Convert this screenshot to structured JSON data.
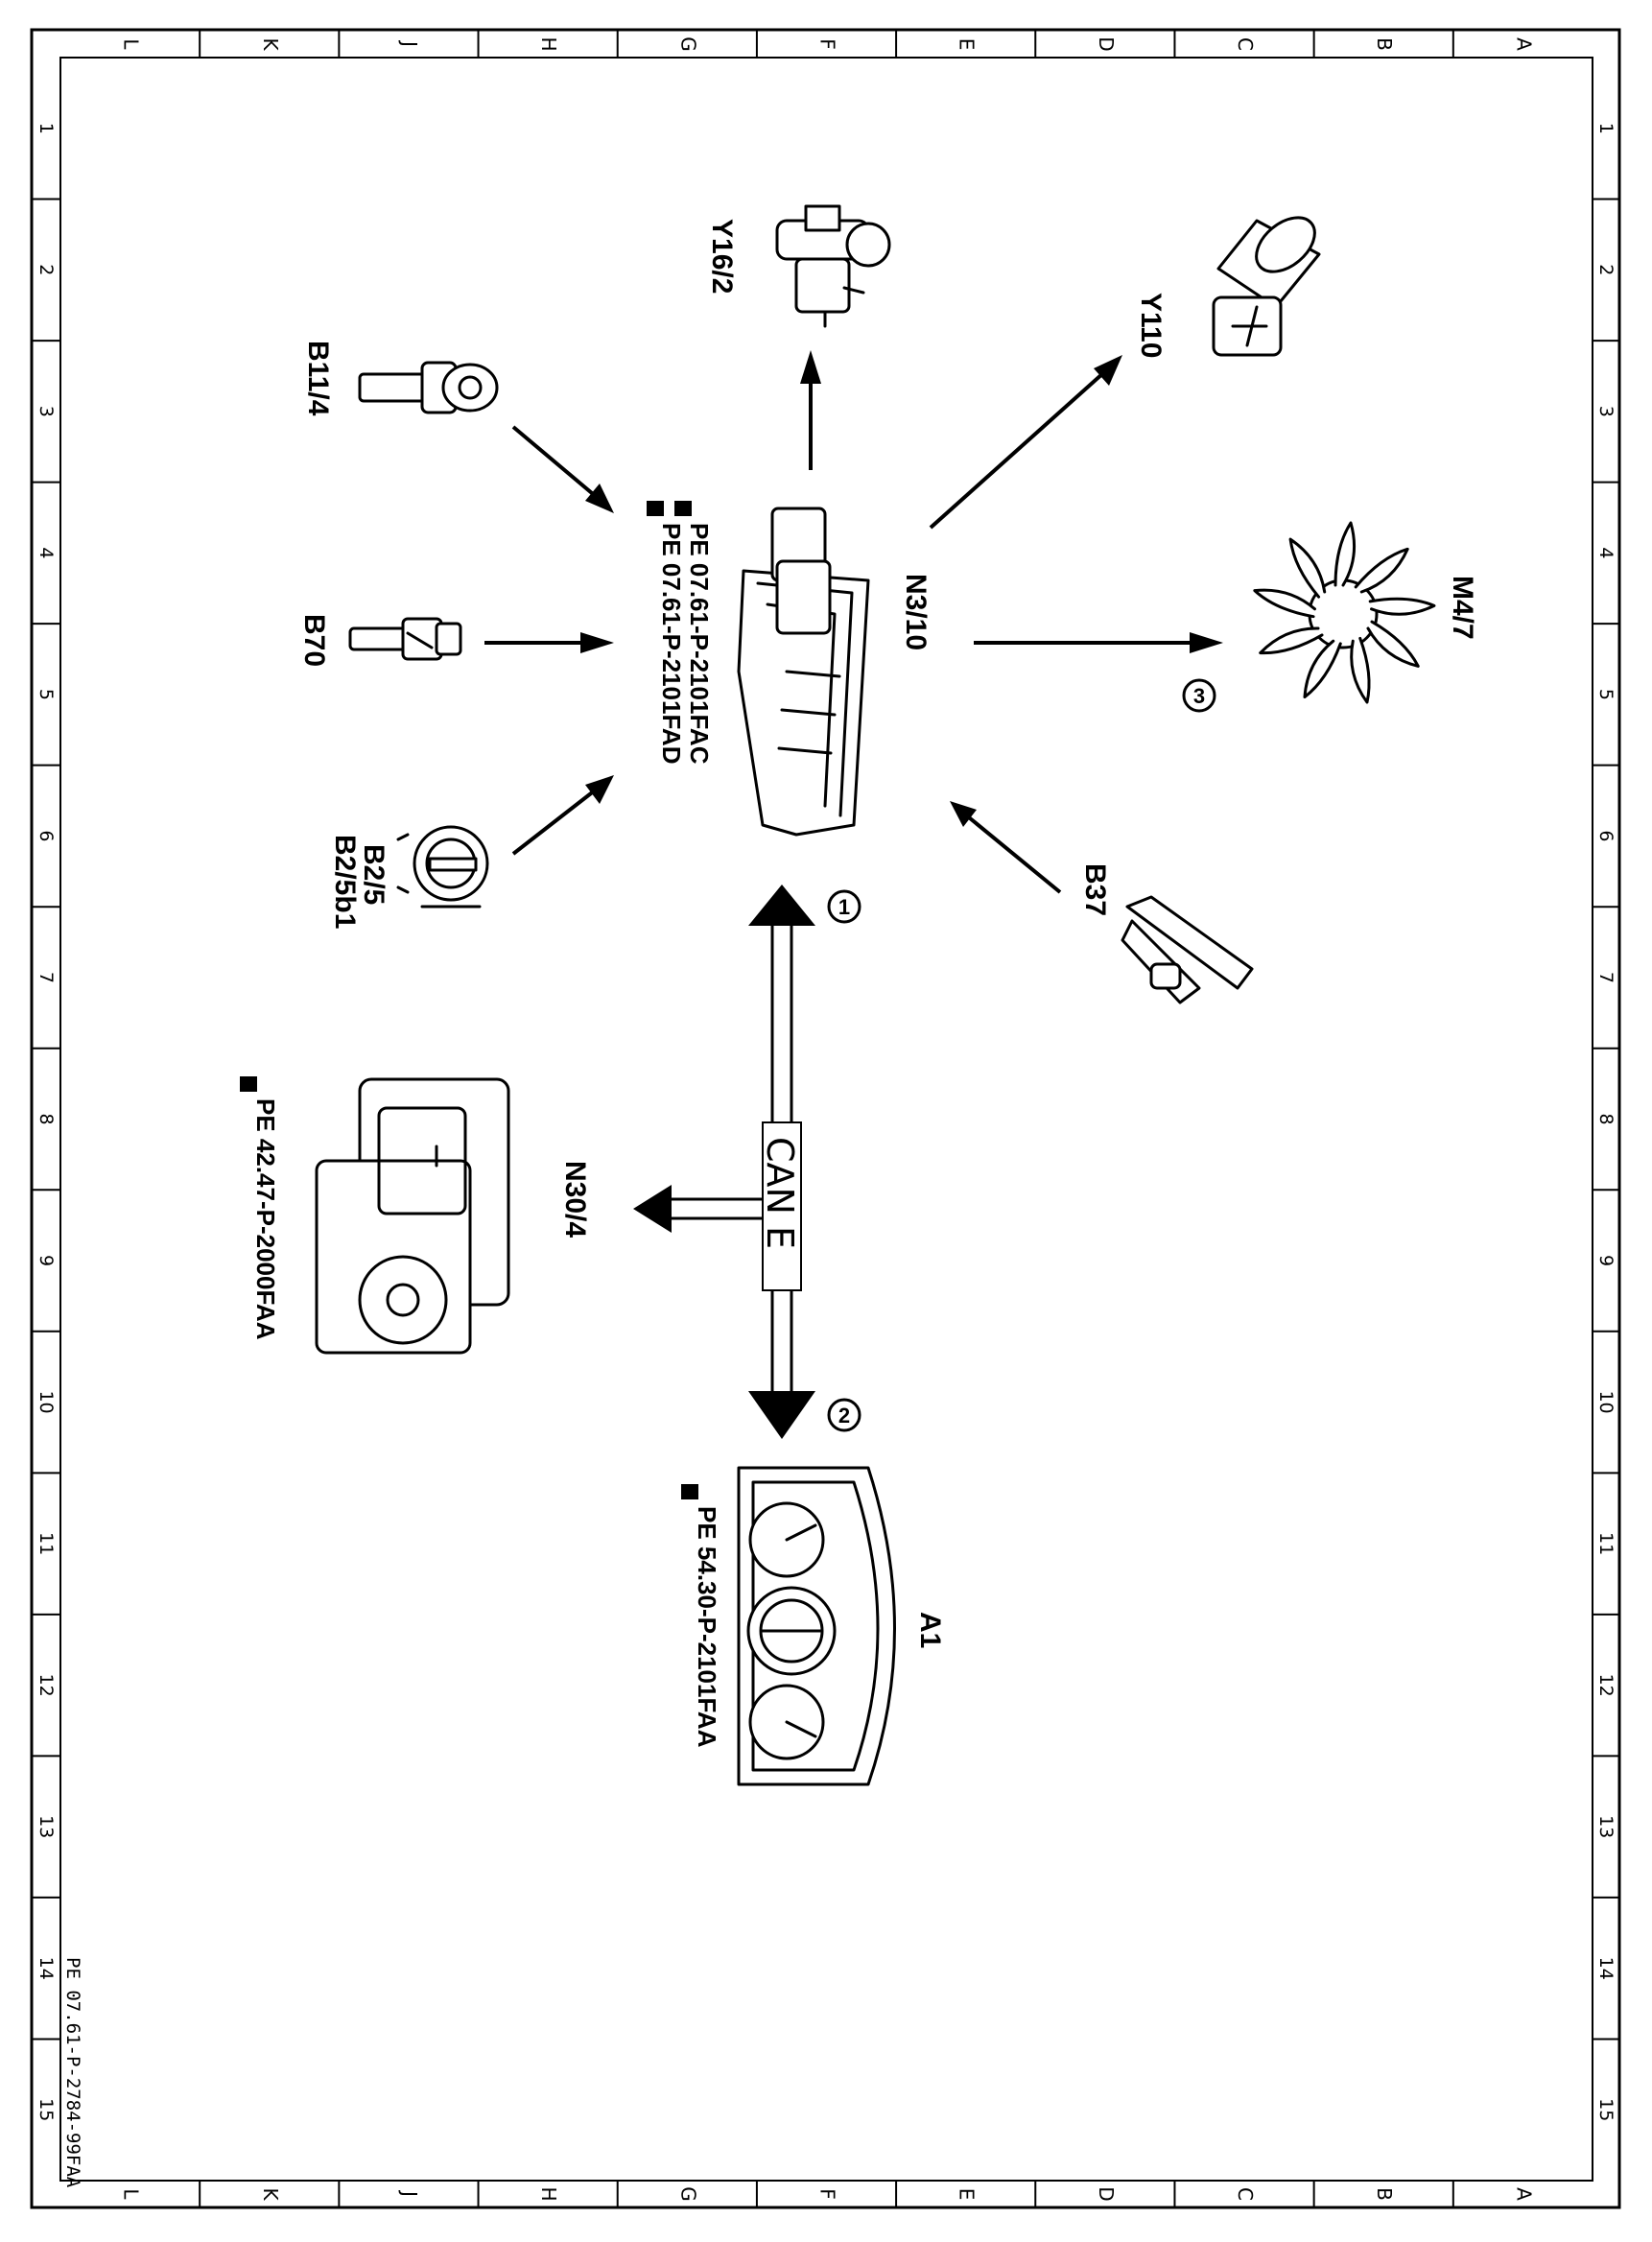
{
  "grid": {
    "letters": [
      "L",
      "K",
      "J",
      "H",
      "G",
      "F",
      "E",
      "D",
      "C",
      "B",
      "A"
    ],
    "numbers": [
      "1",
      "2",
      "3",
      "4",
      "5",
      "6",
      "7",
      "8",
      "9",
      "10",
      "11",
      "12",
      "13",
      "14",
      "15"
    ]
  },
  "doc_id": "PE 07.61-P-2784-99FAA",
  "components": {
    "ecu": {
      "label": "N3/10",
      "refs": [
        "PE 07.61-P-2101FAC",
        "PE 07.61-P-2101FAD"
      ]
    },
    "y16": {
      "label": "Y16/2"
    },
    "y110": {
      "label": "Y110"
    },
    "b11": {
      "label": "B11/4"
    },
    "b70": {
      "label": "B70"
    },
    "b2": {
      "label1": "B2/5",
      "label2": "B2/5b1"
    },
    "m47": {
      "label": "M4/7",
      "circle": "3"
    },
    "b37": {
      "label": "B37"
    },
    "n30": {
      "label": "N30/4",
      "ref": "PE 42.47-P-2000FAA"
    },
    "a1": {
      "label": "A1",
      "ref": "PE 54.30-P-2101FAA"
    },
    "can": {
      "label": "CAN E",
      "circle1": "1",
      "circle2": "2"
    }
  }
}
